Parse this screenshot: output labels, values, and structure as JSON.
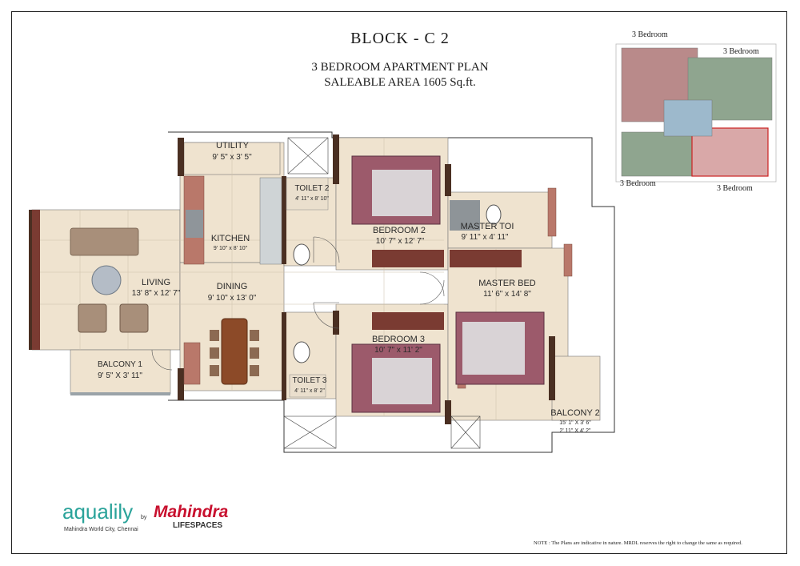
{
  "header": {
    "block": "BLOCK - C 2",
    "plan_type": "3 BEDROOM  APARTMENT PLAN",
    "saleable_area": "SALEABLE AREA 1605 Sq.ft."
  },
  "key_plan": {
    "labels": [
      "3 Bedroom",
      "3 Bedroom",
      "3 Bedroom",
      "3 Bedroom"
    ]
  },
  "rooms": {
    "utility": {
      "name": "UTILITY",
      "size": "9' 5\" x 3' 5\""
    },
    "toilet2": {
      "name": "TOILET 2",
      "size": "4' 11\" x 8' 10\""
    },
    "kitchen": {
      "name": "KITCHEN",
      "size": "9' 10\" x 8' 10\""
    },
    "bedroom2": {
      "name": "BEDROOM 2",
      "size": "10' 7\" x 12' 7\""
    },
    "master_toi": {
      "name": "MASTER TOI",
      "size": "9' 11\" x 4' 11\""
    },
    "living": {
      "name": "LIVING",
      "size": "13' 8\" x 12' 7\""
    },
    "dining": {
      "name": "DINING",
      "size": "9' 10\" x 13' 0\""
    },
    "master_bed": {
      "name": "MASTER BED",
      "size": "11' 6\" x 14' 8\""
    },
    "balcony1": {
      "name": "BALCONY 1",
      "size": "9' 5\" X 3' 11\""
    },
    "bedroom3": {
      "name": "BEDROOM 3",
      "size": "10' 7\" x 11' 2\""
    },
    "toilet3": {
      "name": "TOILET 3",
      "size": "4' 11\" x 8' 2\""
    },
    "balcony2": {
      "name": "BALCONY 2",
      "size": "15' 1\" X 3' 6\"",
      "size2": "2' 11\" X 4' 2\""
    }
  },
  "branding": {
    "project": "aqualily",
    "by": "by",
    "location": "Mahindra World City, Chennai",
    "developer": "Mahindra",
    "developer_sub": "LIFESPACES"
  },
  "note": "NOTE : The Plans are indicative in nature. MRDL reserves the right to change the same as required.",
  "colors": {
    "floor": "#efe3cf",
    "wall": "#5a3a2a",
    "brick": "#b9786a",
    "bed": "#9c5a6b",
    "wardrobe": "#7a3b32",
    "teal": "#2aa39a",
    "brand_red": "#c8102e"
  }
}
